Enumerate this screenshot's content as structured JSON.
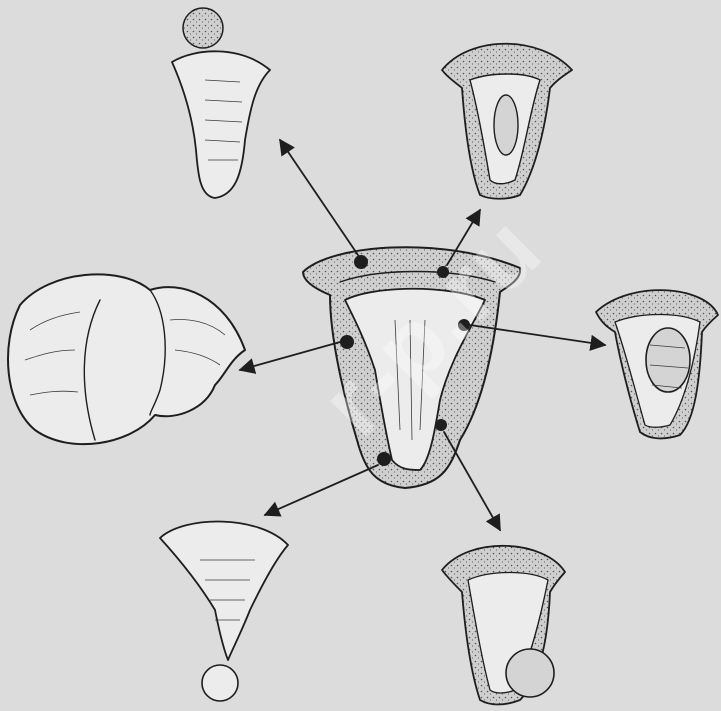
{
  "figure": {
    "background": "#dcdcdc",
    "ink_color": "#1e1e1e",
    "center_label": "uterus-cross-section-with-fibroid-sites",
    "satellites": [
      "subserous-pedunculated-fibroid-top",
      "submucous-fibroid-in-cavity",
      "intramural-fibroid",
      "cervical-fibroid",
      "pedunculated-fibroid-from-cervix",
      "large-subserous-fibroid"
    ]
  },
  "watermark": {
    "text": "r-p.ru",
    "color": "#ffffff"
  }
}
